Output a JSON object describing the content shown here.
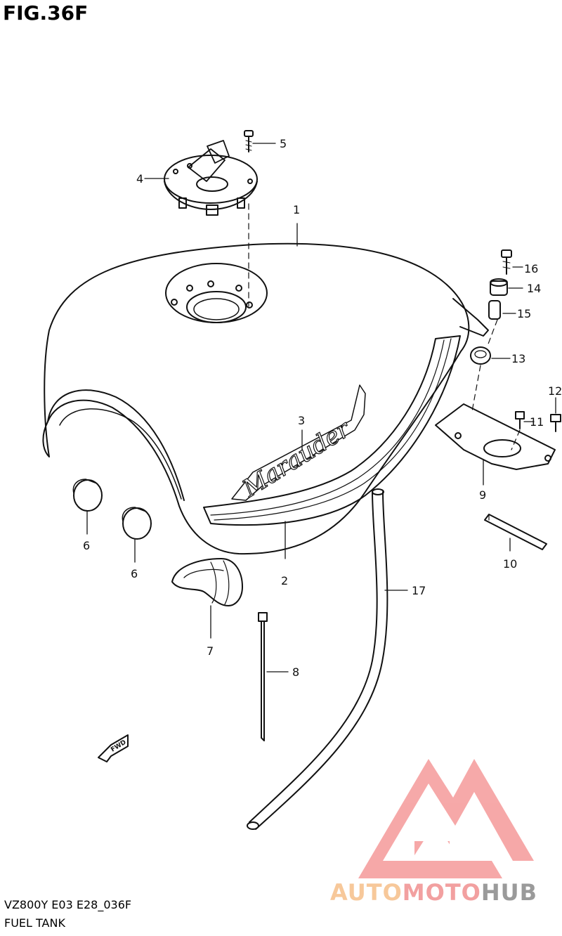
{
  "figure": {
    "title": "FIG.36F",
    "model_code": "VZ800Y E03 E28_036F",
    "name": "FUEL TANK"
  },
  "callouts": [
    "1",
    "2",
    "3",
    "4",
    "5",
    "6",
    "6",
    "7",
    "8",
    "9",
    "10",
    "11",
    "12",
    "13",
    "14",
    "15",
    "16",
    "17"
  ],
  "tank_emblem": "Marauder",
  "fwd_marker": "FWD",
  "watermark": {
    "part1": "AUTO",
    "part2": "MOTO",
    "part3": "HUB",
    "color_auto": "#f7c89a",
    "color_moto": "#f2a0a0",
    "color_hub": "#9a9a9a",
    "logo_color": "#f59a9a"
  }
}
